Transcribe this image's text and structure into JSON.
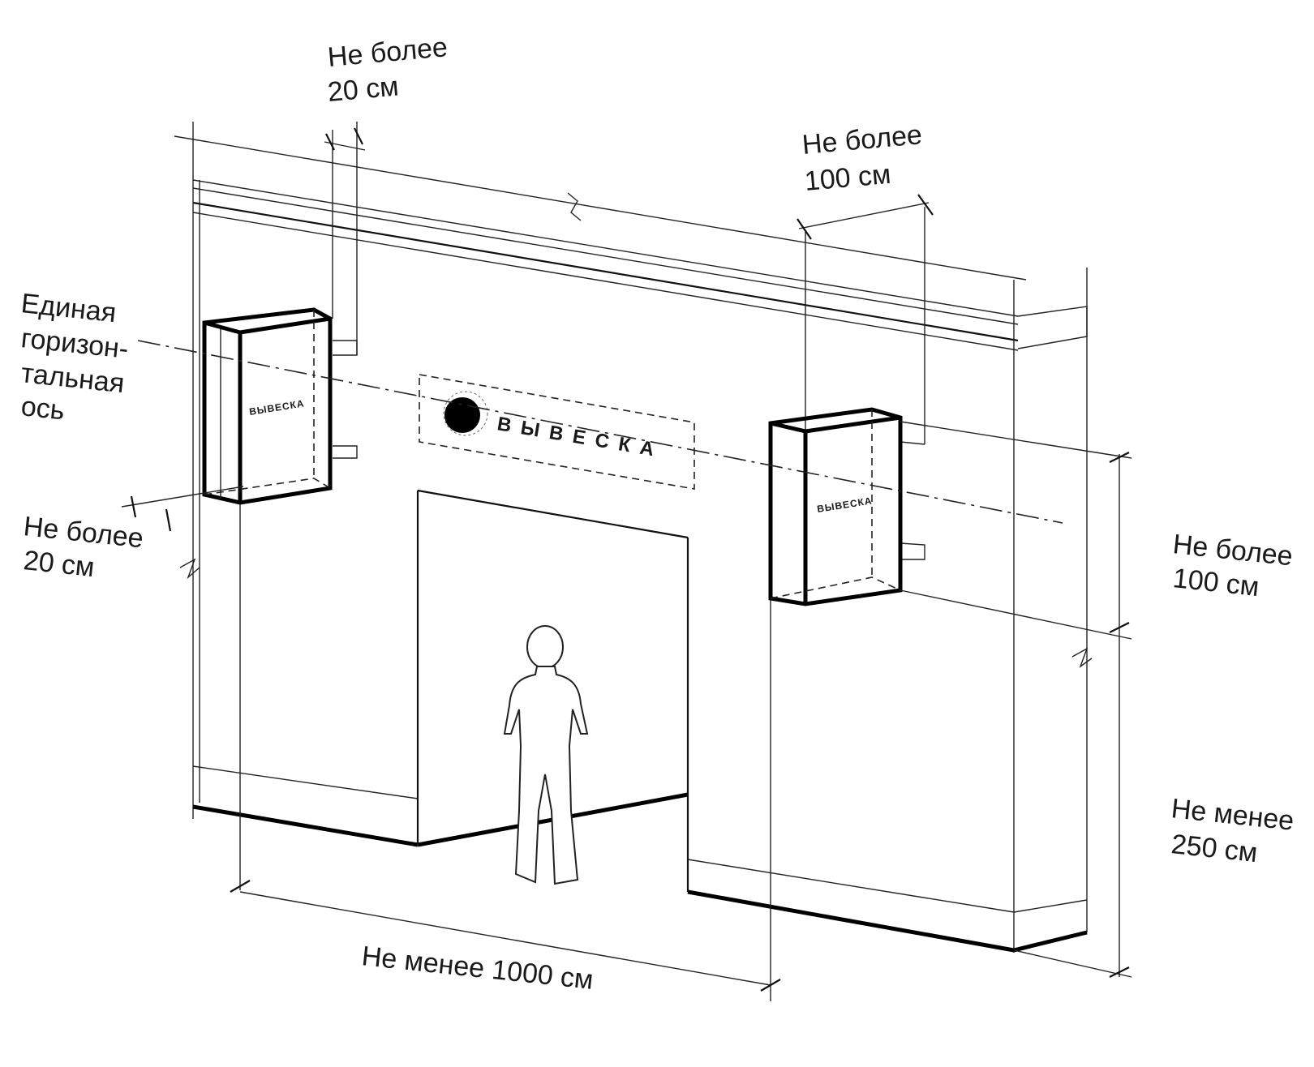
{
  "labels": {
    "top_left_line1": "Не более",
    "top_left_line2": "20 см",
    "top_right_line1": "Не более",
    "top_right_line2": "100 см",
    "axis_line1": "Единая",
    "axis_line2": "горизон-",
    "axis_line3": "тальная",
    "axis_line4": "ось",
    "left_depth_line1": "Не более",
    "left_depth_line2": "20 см",
    "right_height_line1": "Не более",
    "right_height_line2": "100 см",
    "right_clearance_line1": "Не менее",
    "right_clearance_line2": "250 см",
    "bottom_length": "Не менее 1000 см"
  },
  "signs": {
    "left_box": "ВЫВЕСКА",
    "center_panel": "ВЫВЕСКА",
    "right_box": "ВЫВЕСКА"
  }
}
